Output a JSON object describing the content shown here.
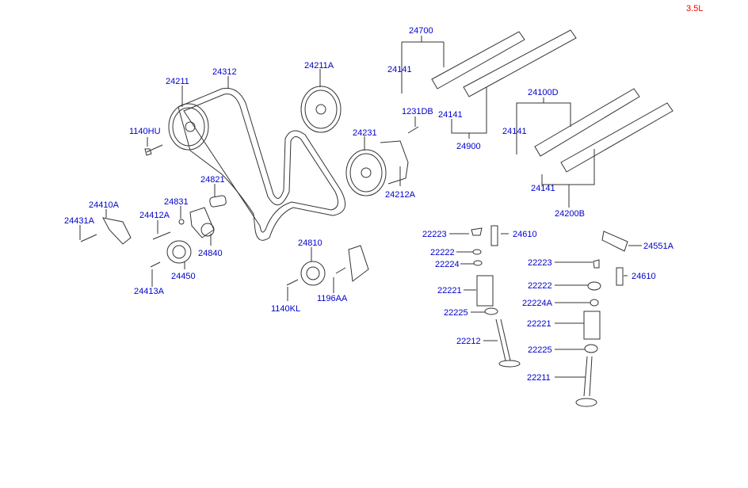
{
  "diagram": {
    "title": "Timing Belt, Camshaft & Valve Train",
    "variant_label": "3.5L",
    "colors": {
      "label": "#0000cc",
      "variant": "#ff0000",
      "lines": "#333333"
    },
    "parts": [
      {
        "id": "24211",
        "label": "24211"
      },
      {
        "id": "24312",
        "label": "24312"
      },
      {
        "id": "24211A",
        "label": "24211A"
      },
      {
        "id": "1140HU",
        "label": "1140HU"
      },
      {
        "id": "24231",
        "label": "24231"
      },
      {
        "id": "24212A",
        "label": "24212A"
      },
      {
        "id": "24821",
        "label": "24821"
      },
      {
        "id": "24831",
        "label": "24831"
      },
      {
        "id": "24410A",
        "label": "24410A"
      },
      {
        "id": "24412A",
        "label": "24412A"
      },
      {
        "id": "24431A",
        "label": "24431A"
      },
      {
        "id": "24840",
        "label": "24840"
      },
      {
        "id": "24450",
        "label": "24450"
      },
      {
        "id": "24413A",
        "label": "24413A"
      },
      {
        "id": "24810",
        "label": "24810"
      },
      {
        "id": "1140KL",
        "label": "1140KL"
      },
      {
        "id": "1196AA",
        "label": "1196AA"
      },
      {
        "id": "24700",
        "label": "24700"
      },
      {
        "id": "24141a",
        "label": "24141"
      },
      {
        "id": "1231DB",
        "label": "1231DB"
      },
      {
        "id": "24141b",
        "label": "24141"
      },
      {
        "id": "24900",
        "label": "24900"
      },
      {
        "id": "24100D",
        "label": "24100D"
      },
      {
        "id": "24141c",
        "label": "24141"
      },
      {
        "id": "24141d",
        "label": "24141"
      },
      {
        "id": "24200B",
        "label": "24200B"
      },
      {
        "id": "22223a",
        "label": "22223"
      },
      {
        "id": "24610a",
        "label": "24610"
      },
      {
        "id": "22222a",
        "label": "22222"
      },
      {
        "id": "22224",
        "label": "22224"
      },
      {
        "id": "22221a",
        "label": "22221"
      },
      {
        "id": "22225a",
        "label": "22225"
      },
      {
        "id": "22212",
        "label": "22212"
      },
      {
        "id": "24551A",
        "label": "24551A"
      },
      {
        "id": "22223b",
        "label": "22223"
      },
      {
        "id": "24610b",
        "label": "24610"
      },
      {
        "id": "22222b",
        "label": "22222"
      },
      {
        "id": "22224A",
        "label": "22224A"
      },
      {
        "id": "22221b",
        "label": "22221"
      },
      {
        "id": "22225b",
        "label": "22225"
      },
      {
        "id": "22211",
        "label": "22211"
      }
    ]
  }
}
